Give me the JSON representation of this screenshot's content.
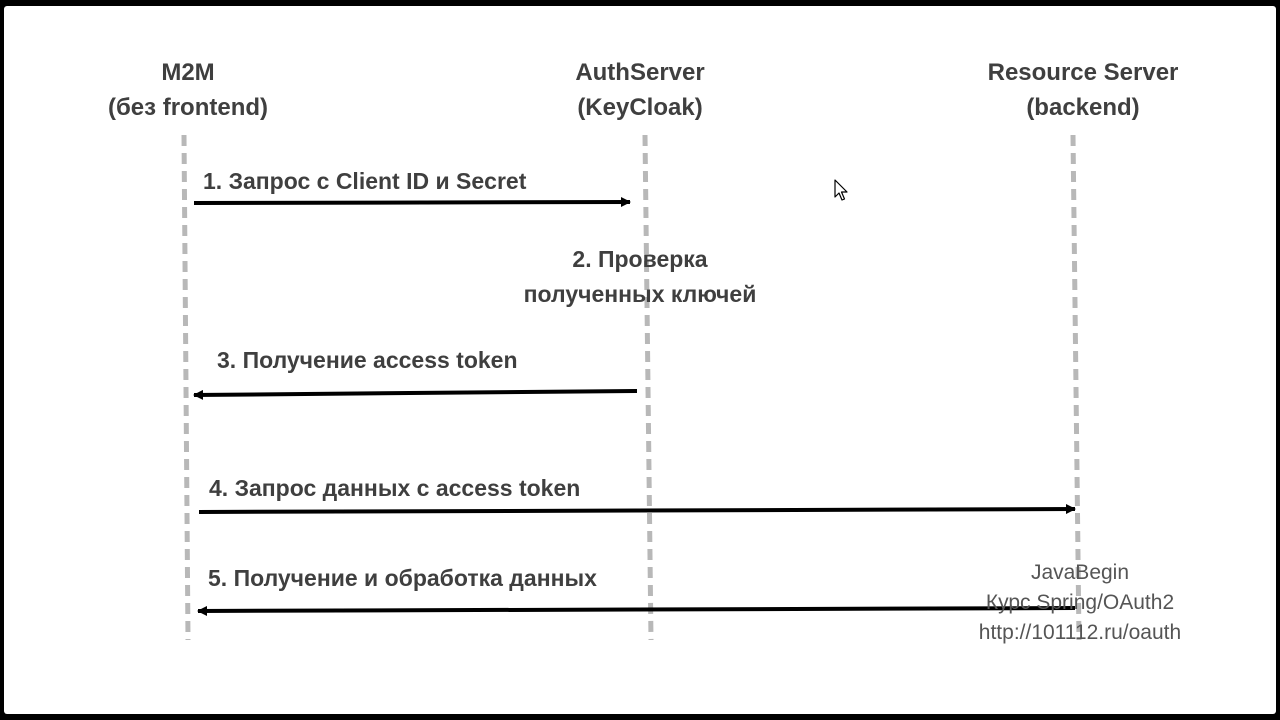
{
  "colors": {
    "text": "#3f3f3f",
    "lifeline": "#b8b8b8",
    "arrow": "#000000",
    "watermark": "#555555",
    "frame": "#000000"
  },
  "actors": {
    "m2m": {
      "line1": "M2M",
      "line2": "(без frontend)"
    },
    "auth_server": {
      "line1": "AuthServer",
      "line2": "(KeyCloak)"
    },
    "resource_server": {
      "line1": "Resource Server",
      "line2": "(backend)"
    }
  },
  "messages": {
    "step1": "1. Запрос с Client ID и Secret",
    "step2_line1": "2. Проверка",
    "step2_line2": "полученных ключей",
    "step3": "3. Получение access token",
    "step4": "4. Запрос данных с access token",
    "step5": "5. Получение и обработка данных"
  },
  "watermark": {
    "line1": "JavaBegin",
    "line2": "Курс Spring/OAuth2",
    "line3": "http://101112.ru/oauth"
  },
  "icons": {
    "cursor": "mouse-pointer-icon"
  }
}
